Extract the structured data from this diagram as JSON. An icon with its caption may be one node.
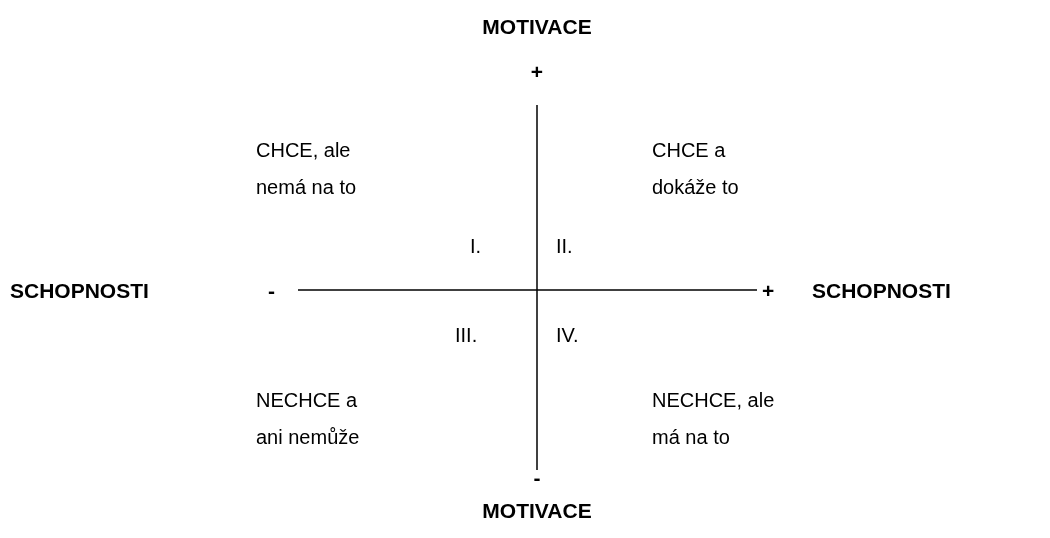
{
  "diagram": {
    "labels": [
      "MOTIVACE",
      "+",
      "CHCE, ale nemá na to",
      "CHCE  a dokáže to",
      "I.",
      "II.",
      "SCHOPNOSTI",
      "-",
      "+",
      "SCHOPNOSTI",
      "III.",
      "IV.",
      "NECHCE a ani nemůže",
      "NECHCE, ale má na to",
      "-",
      "MOTIVACE"
    ]
  }
}
